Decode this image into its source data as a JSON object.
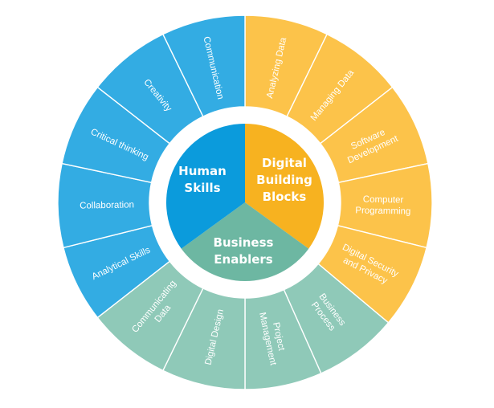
{
  "colors": {
    "human_outer": "#33ace3",
    "human_core": "#0b9bdc",
    "digital_outer": "#fcc34a",
    "digital_core": "#f7b220",
    "business_outer": "#8fc9b8",
    "business_core": "#6db7a2",
    "separator": "#ffffff"
  },
  "core": {
    "human": [
      "Human",
      "Skills"
    ],
    "digital": [
      "Digital",
      "Building",
      "Blocks"
    ],
    "business": [
      "Business",
      "Enablers"
    ]
  },
  "segments": {
    "communication": [
      "Communication"
    ],
    "creativity": [
      "Creativity"
    ],
    "critical_thinking": [
      "Critical thinking"
    ],
    "collaboration": [
      "Collaboration"
    ],
    "analytical_skills": [
      "Analytical Skills"
    ],
    "communicating_data": [
      "Communicating",
      "Data"
    ],
    "digital_design": [
      "Digital Design"
    ],
    "project_management": [
      "Project",
      "Management"
    ],
    "business_process": [
      "Business",
      "Process"
    ],
    "digital_security": [
      "Digital Security",
      "and Privacy"
    ],
    "computer_programming": [
      "Computer",
      "Programming"
    ],
    "software_development": [
      "Software",
      "Development"
    ],
    "managing_data": [
      "Managing Data"
    ],
    "analyzing_data": [
      "Analyzing Data"
    ]
  }
}
